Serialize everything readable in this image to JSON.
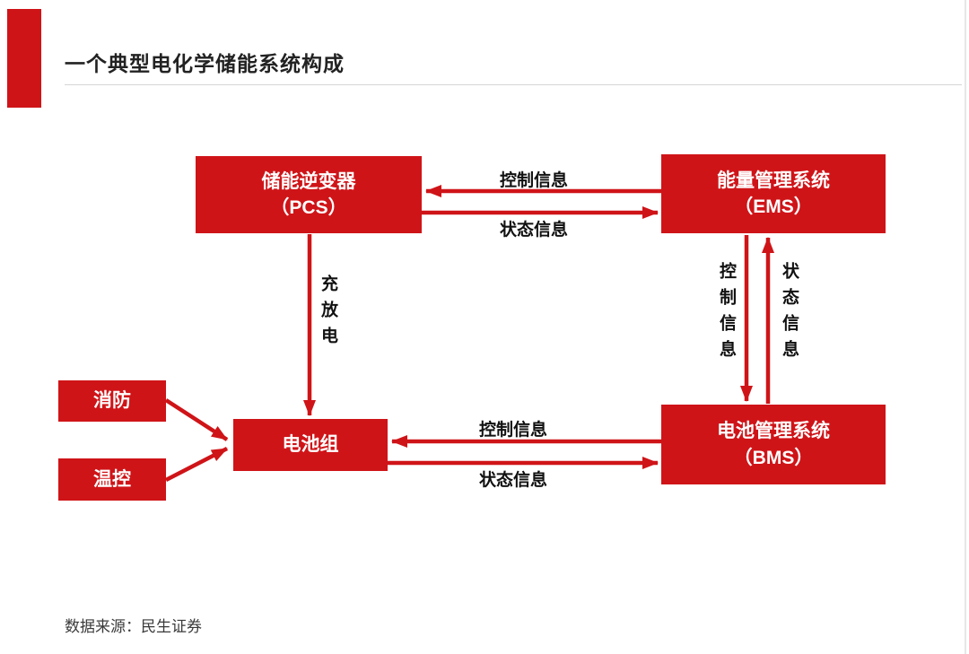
{
  "page": {
    "title": "一个典型电化学储能系统构成",
    "source_note": "数据来源：民生证券"
  },
  "colors": {
    "accent_red": "#cf1418",
    "title_text": "#222222",
    "label_text": "#111111"
  },
  "diagram": {
    "nodes": {
      "pcs": {
        "line1": "储能逆变器",
        "line2": "（PCS）"
      },
      "ems": {
        "line1": "能量管理系统",
        "line2": "（EMS）"
      },
      "battery": {
        "label": "电池组"
      },
      "bms": {
        "line1": "电池管理系统",
        "line2": "（BMS）"
      },
      "fire": {
        "label": "消防"
      },
      "temp": {
        "label": "温控"
      }
    },
    "edges": {
      "ems_to_pcs": {
        "label": "控制信息"
      },
      "pcs_to_ems": {
        "label": "状态信息"
      },
      "pcs_to_battery": {
        "label": "充放电"
      },
      "ems_to_bms": {
        "label": "控制信息"
      },
      "bms_to_ems": {
        "label": "状态信息"
      },
      "bms_to_battery": {
        "label": "控制信息"
      },
      "battery_to_bms": {
        "label": "状态信息"
      }
    }
  }
}
